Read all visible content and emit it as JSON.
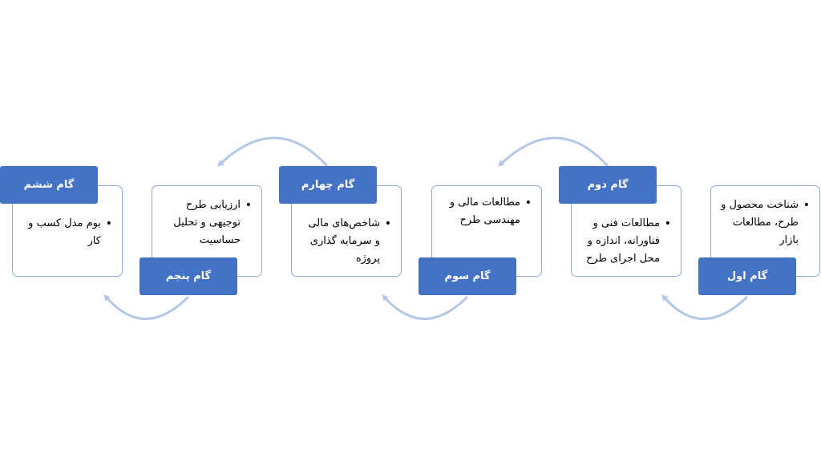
{
  "steps": [
    {
      "label": "گام اول",
      "items": [
        "شناخت محصول و طرح، مطالعات بازار"
      ]
    },
    {
      "label": "گام دوم",
      "items": [
        "مطالعات فنی و فناورانه، اندازه و محل اجرای طرح"
      ]
    },
    {
      "label": "گام سوم",
      "items": [
        "مطالعات مالی و مهندسی طرح"
      ]
    },
    {
      "label": "گام چهارم",
      "items": [
        "شاخص‌های مالی و سرمایه گذاری پروژه"
      ]
    },
    {
      "label": "گام پنجم",
      "items": [
        "ارزیابی طرح توجیهی و تحلیل حساسیت"
      ]
    },
    {
      "label": "گام ششم",
      "items": [
        "بوم مدل کسب و کار"
      ]
    }
  ],
  "colors": {
    "label_fill": "#4472c4",
    "box_border": "#8faadc",
    "arrow": "#b4c7e7"
  }
}
